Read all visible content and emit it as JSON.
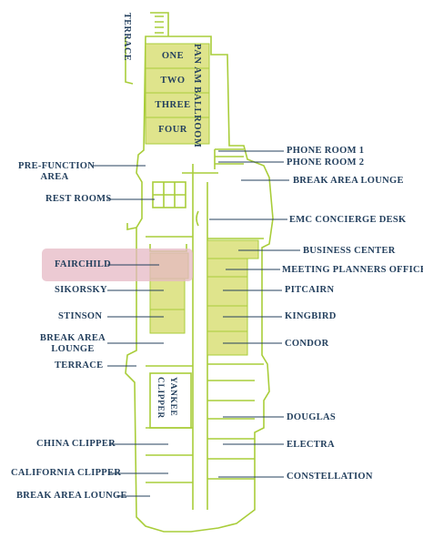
{
  "colors": {
    "wall": "#a9cd3a",
    "room_fill": "#dfe48c",
    "highlight": "#e6b8c4",
    "label": "#24405e"
  },
  "rooms": {
    "terrace_top": "TERRACE",
    "ballroom": "PAN AM BALLROOM",
    "ballroom_sections": [
      "ONE",
      "TWO",
      "THREE",
      "FOUR"
    ],
    "yankee_a": "YANKEE",
    "yankee_b": "CLIPPER"
  },
  "labels": {
    "pre_function_1": "PRE-FUNCTION",
    "pre_function_2": "AREA",
    "rest_rooms": "REST ROOMS",
    "fairchild": "FAIRCHILD",
    "sikorsky": "SIKORSKY",
    "stinson": "STINSON",
    "break_area_lounge_left_1": "BREAK AREA",
    "break_area_lounge_left_2": "LOUNGE",
    "terrace_left": "TERRACE",
    "china_clipper": "CHINA CLIPPER",
    "california_clipper": "CALIFORNIA CLIPPER",
    "break_area_lounge_bottom": "BREAK AREA LOUNGE",
    "phone_room_1": "PHONE ROOM 1",
    "phone_room_2": "PHONE ROOM 2",
    "break_area_lounge_right": "BREAK AREA LOUNGE",
    "emc_concierge_desk": "EMC CONCIERGE DESK",
    "business_center": "BUSINESS CENTER",
    "meeting_planners_office": "MEETING PLANNERS OFFICE",
    "pitcairn": "PITCAIRN",
    "kingbird": "KINGBIRD",
    "condor": "CONDOR",
    "douglas": "DOUGLAS",
    "electra": "ELECTRA",
    "constellation": "CONSTELLATION"
  },
  "highlighted_room": "FAIRCHILD"
}
